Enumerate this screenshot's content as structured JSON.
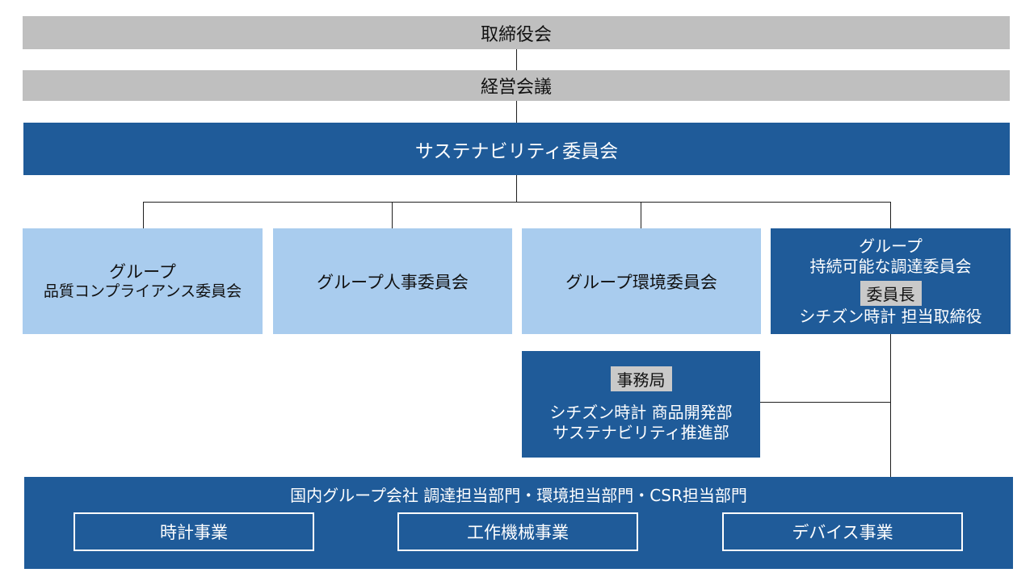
{
  "board": {
    "label": "取締役会"
  },
  "management_meeting": {
    "label": "経営会議"
  },
  "sustainability_committee": {
    "label": "サステナビリティ委員会"
  },
  "committees": {
    "quality": {
      "line1": "グループ",
      "line2": "品質コンプライアンス委員会"
    },
    "hr": {
      "label": "グループ人事委員会"
    },
    "environment": {
      "label": "グループ環境委員会"
    },
    "procurement": {
      "line1": "グループ",
      "line2": "持続可能な調達委員会",
      "chair_tag": "委員長",
      "chair": "シチズン時計 担当取締役"
    }
  },
  "secretariat": {
    "tag": "事務局",
    "line1": "シチズン時計 商品開発部",
    "line2": "サステナビリティ推進部"
  },
  "domestic": {
    "title": "国内グループ会社 調達担当部門・環境担当部門・CSR担当部門",
    "businesses": [
      "時計事業",
      "工作機械事業",
      "デバイス事業"
    ]
  },
  "colors": {
    "dark_blue": "#1f5b99",
    "light_blue": "#a9ccee",
    "gray": "#bfbfbf"
  }
}
